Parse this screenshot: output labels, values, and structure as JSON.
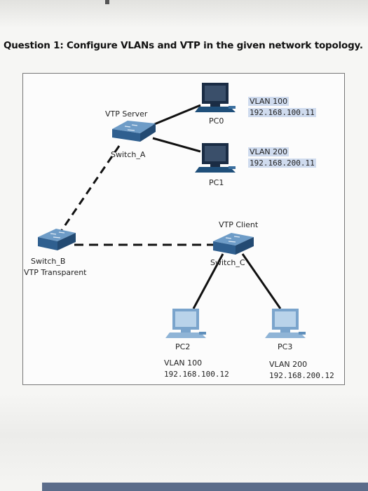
{
  "question": "Question 1: Configure VLANs and VTP in the given network topology.",
  "switches": {
    "switch_a": {
      "name": "Switch_A",
      "role": "VTP Server"
    },
    "switch_b": {
      "name": "Switch_B",
      "role": "VTP Transparent"
    },
    "switch_c": {
      "name": "Switch_C",
      "role": "VTP Client"
    }
  },
  "pcs": {
    "pc0": {
      "name": "PC0",
      "vlan": "VLAN 100",
      "ip": "192.168.100.11"
    },
    "pc1": {
      "name": "PC1",
      "vlan": "VLAN 200",
      "ip": "192.168.200.11"
    },
    "pc2": {
      "name": "PC2",
      "vlan": "VLAN 100",
      "ip": "192.168.100.12"
    },
    "pc3": {
      "name": "PC3",
      "vlan": "VLAN 200",
      "ip": "192.168.200.12"
    }
  },
  "colors": {
    "switch": "#3a6e9e",
    "pc_dark": "#1f4f7a",
    "pc_light": "#8fb4d6",
    "highlight": "#cfdbee"
  }
}
